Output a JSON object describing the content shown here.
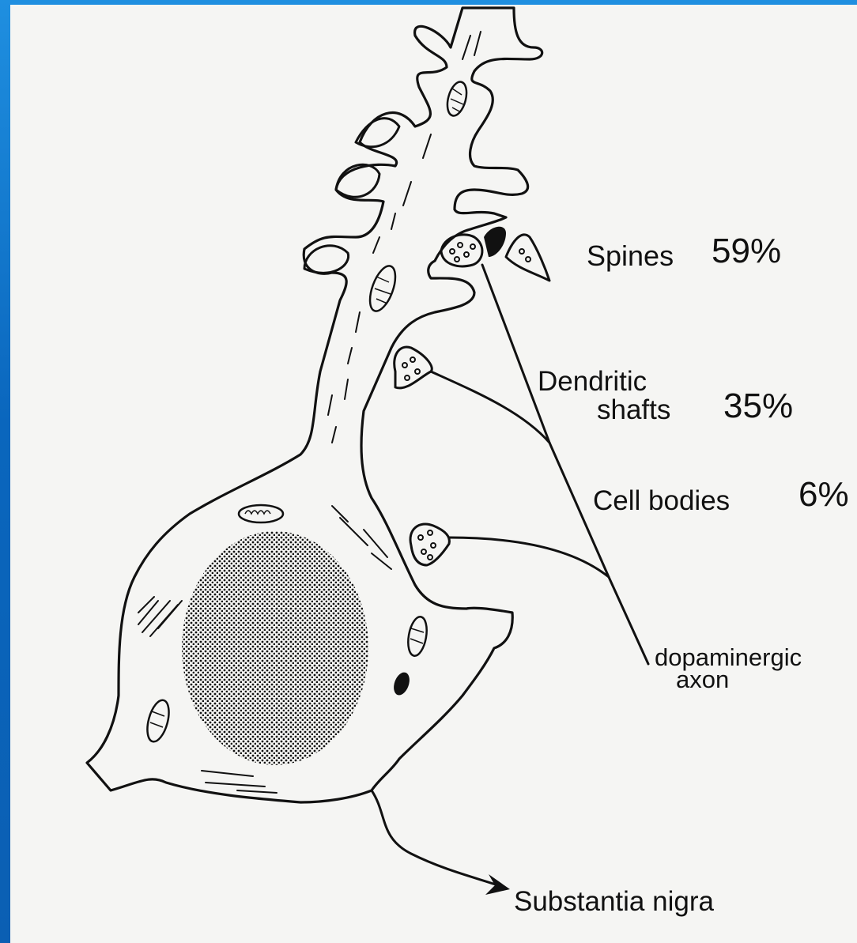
{
  "labels": {
    "spines": "Spines",
    "spines_pct": "59%",
    "dendritic_line1": "Dendritic",
    "dendritic_line2": "shafts",
    "dendritic_pct": "35%",
    "cell_bodies": "Cell bodies",
    "cell_bodies_pct": "6%",
    "axon_line1": "dopaminergic",
    "axon_line2": "axon",
    "substantia_nigra": "Substantia nigra"
  },
  "colors": {
    "background_frame": "#0a6fc4",
    "panel": "#f5f5f3",
    "ink": "#111111"
  }
}
